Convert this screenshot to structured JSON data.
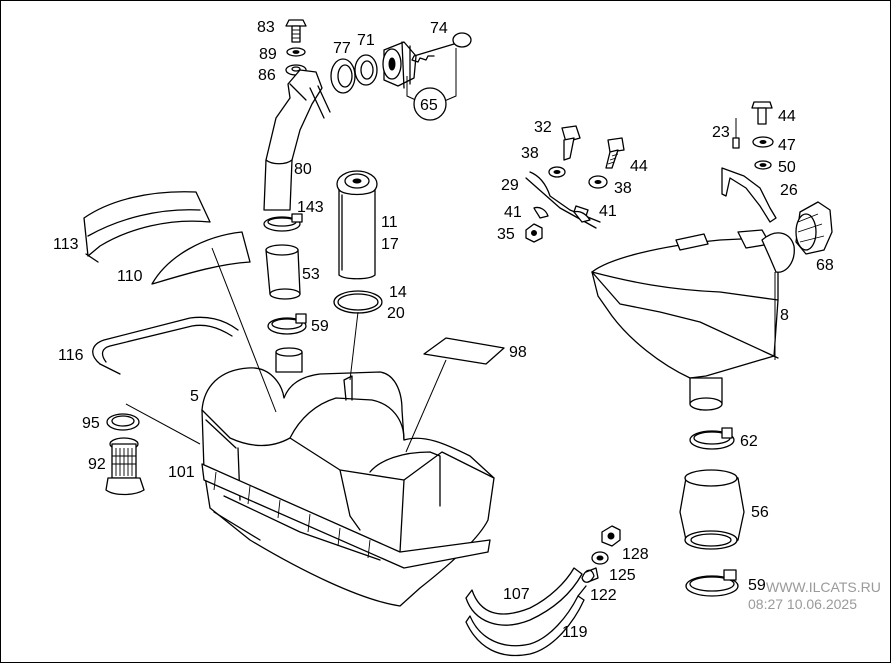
{
  "labels": {
    "p83": "83",
    "p89": "89",
    "p86": "86",
    "p77": "77",
    "p71": "71",
    "p74": "74",
    "p65": "65",
    "p80": "80",
    "p143": "143",
    "p53": "53",
    "p59a": "59",
    "p11": "11",
    "p17": "17",
    "p14": "14",
    "p20": "20",
    "p98": "98",
    "p113": "113",
    "p110": "110",
    "p116": "116",
    "p5": "5",
    "p95": "95",
    "p92": "92",
    "p101": "101",
    "p32": "32",
    "p38a": "38",
    "p29": "29",
    "p41a": "41",
    "p35": "35",
    "p44a": "44",
    "p38b": "38",
    "p41b": "41",
    "p23": "23",
    "p44b": "44",
    "p47": "47",
    "p50": "50",
    "p26": "26",
    "p68": "68",
    "p8": "8",
    "p62": "62",
    "p56": "56",
    "p59b": "59",
    "p128": "128",
    "p125": "125",
    "p122": "122",
    "p107": "107",
    "p119": "119"
  },
  "watermark": {
    "site": "WWW.ILCATS.RU",
    "timestamp": "08:27 10.06.2025"
  }
}
